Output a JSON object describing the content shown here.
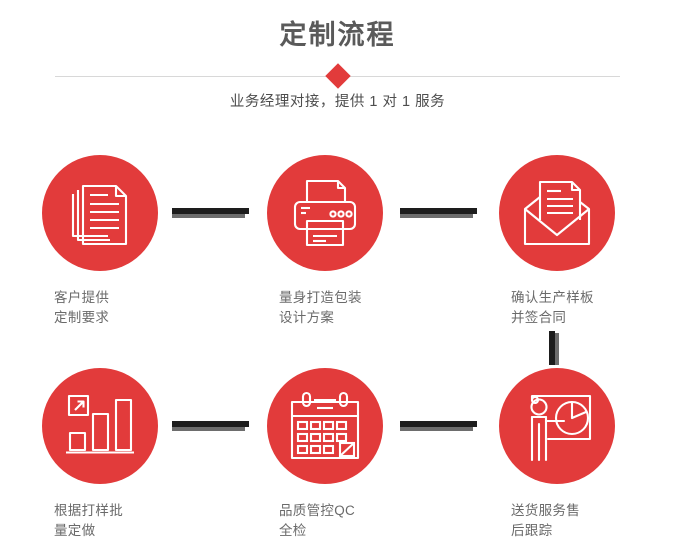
{
  "header": {
    "title": "定制流程",
    "subtitle": "业务经理对接，提供 1 对 1 服务",
    "divider_icon": "red-diamond"
  },
  "theme": {
    "accent_red": "#e23b3b",
    "title_gray": "#5a5a5a",
    "label_gray": "#6a6a6a",
    "connector_dark": "#1d1d1d",
    "connector_shadow": "#6d6d6d",
    "divider_line": "#d8d8d8",
    "background": "#ffffff"
  },
  "flow": {
    "steps": [
      {
        "index": 1,
        "icon": "documents-stack-icon",
        "label": "客户提供\n定制要求"
      },
      {
        "index": 2,
        "icon": "printer-icon",
        "label": "量身打造包装\n设计方案"
      },
      {
        "index": 3,
        "icon": "envelope-letter-icon",
        "label": "确认生产样板\n并签合同"
      },
      {
        "index": 4,
        "icon": "bar-chart-growth-icon",
        "label": "根据打样批\n量定做"
      },
      {
        "index": 5,
        "icon": "calendar-check-icon",
        "label": "品质管控QC\n全检"
      },
      {
        "index": 6,
        "icon": "presenter-pie-chart-icon",
        "label": "送货服务售\n后跟踪"
      }
    ],
    "connectors": [
      {
        "name": "connector-1-2",
        "orientation": "horizontal"
      },
      {
        "name": "connector-2-3",
        "orientation": "horizontal"
      },
      {
        "name": "connector-3-4",
        "orientation": "vertical"
      },
      {
        "name": "connector-4-5",
        "orientation": "horizontal"
      },
      {
        "name": "connector-5-6",
        "orientation": "horizontal"
      }
    ]
  }
}
